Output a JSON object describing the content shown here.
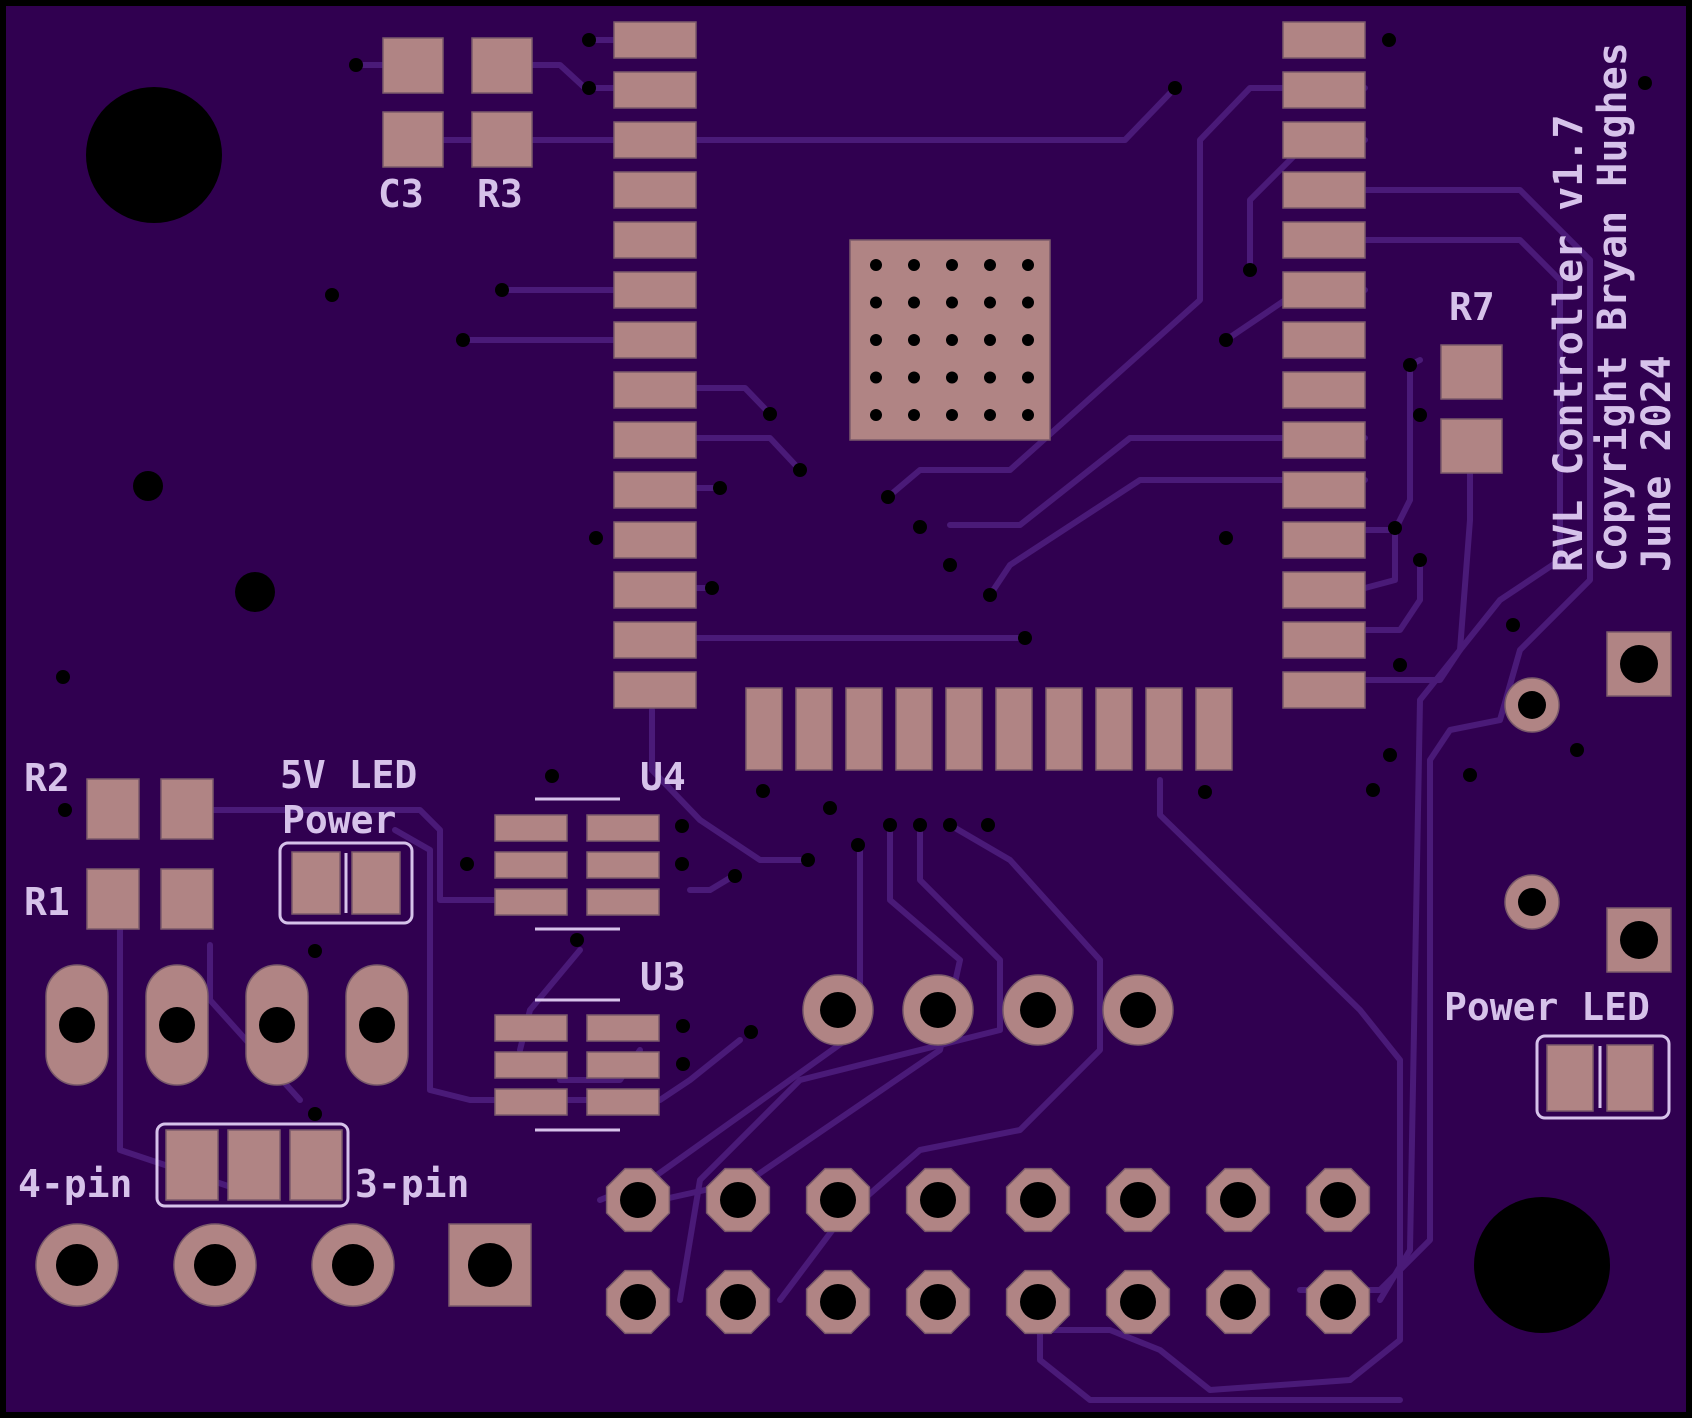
{
  "board": {
    "colors": {
      "outline": "#000000",
      "substrate": "#300050",
      "trace": "#4a1a78",
      "copper": "#b08484",
      "silkscreen": "#d6c2ea",
      "drill": "#000000"
    }
  },
  "labels": {
    "c3": "C3",
    "r3": "R3",
    "r7": "R7",
    "r2": "R2",
    "r1": "R1",
    "u4": "U4",
    "u3": "U3",
    "led5v_line1": "5V LED",
    "led5v_line2": "Power",
    "power_led": "Power LED",
    "four_pin": "4-pin",
    "three_pin": "3-pin"
  },
  "credits": {
    "title": "RVL Controller v1.7",
    "copyright": "Copyright Bryan Hughes",
    "date": "June 2024"
  }
}
